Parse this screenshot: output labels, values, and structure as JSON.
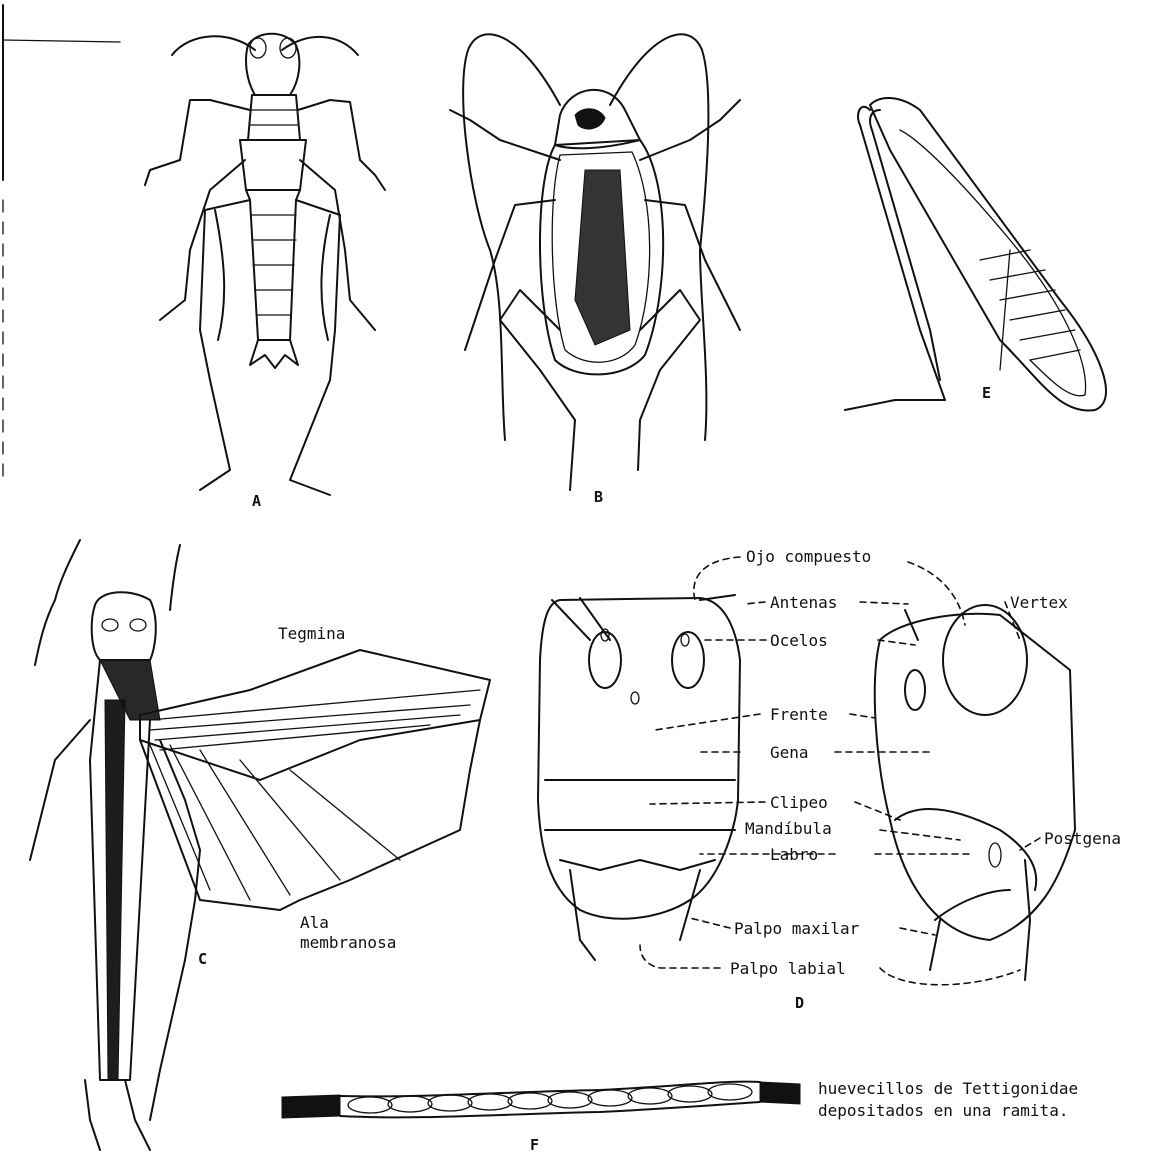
{
  "figures": {
    "A": "A",
    "B": "B",
    "C": "C",
    "D": "D",
    "E": "E",
    "F": "F"
  },
  "labels": {
    "tegmina": "Tegmina",
    "ala_line1": "Ala",
    "ala_line2": "membranosa",
    "ojo_compuesto": "Ojo compuesto",
    "antenas": "Antenas",
    "vertex": "Vertex",
    "ocelos": "Ocelos",
    "frente": "Frente",
    "gena": "Gena",
    "clipeo": "Clipeo",
    "mandibula": "Mandíbula",
    "postgena": "Postgena",
    "labro": "Labro",
    "palpo_maxilar": "Palpo maxilar",
    "palpo_labial": "Palpo labial"
  },
  "caption": {
    "line1": "huevecillos de Tettigonidae",
    "line2": "depositados en una ramita."
  },
  "colors": {
    "ink": "#111111",
    "paper": "#ffffff"
  }
}
